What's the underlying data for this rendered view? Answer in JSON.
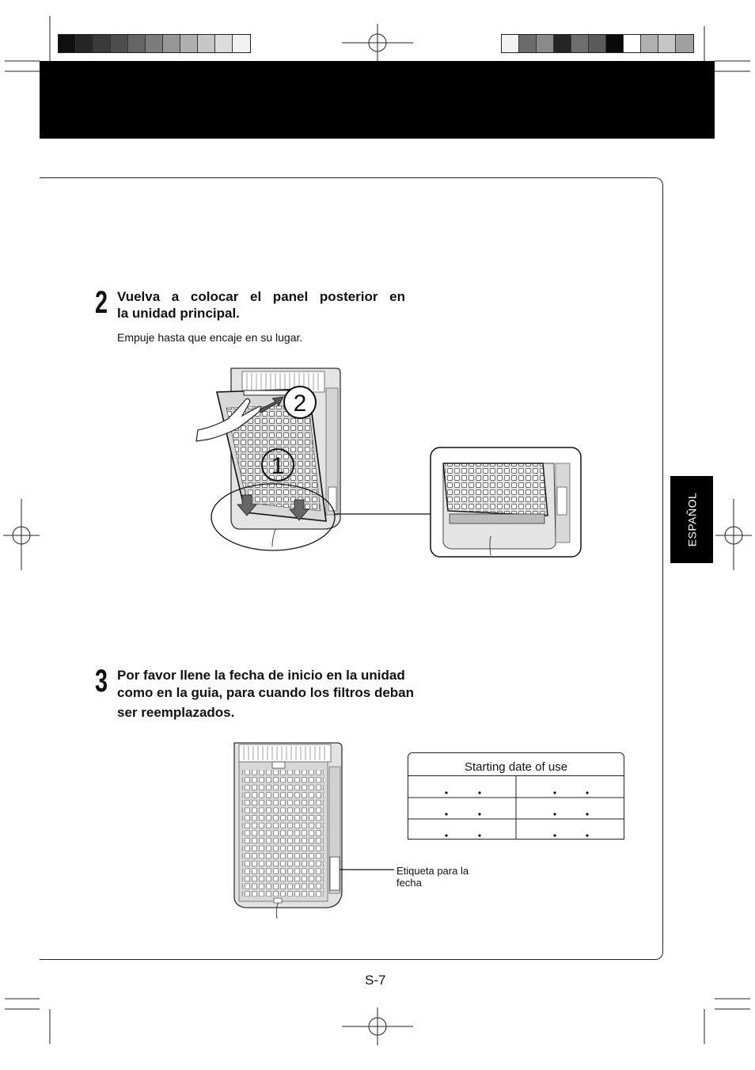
{
  "color_bars": {
    "left": [
      "#101010",
      "#262626",
      "#3a3a3a",
      "#4d4d4d",
      "#656565",
      "#7c7c7c",
      "#969696",
      "#afafaf",
      "#c6c6c6",
      "#dcdcdc",
      "#f2f2f2"
    ],
    "right": [
      "#f2f2f2",
      "#6b6b6b",
      "#8a8a8a",
      "#262626",
      "#6e6e6e",
      "#5a5a5a",
      "#0a0a0a",
      "#ffffff",
      "#b0b0b0",
      "#c6c6c6",
      "#a0a0a0"
    ]
  },
  "side_tab": {
    "label": "ESPAÑOL"
  },
  "step2": {
    "number": "2",
    "title_line1": "Vuelva a colocar el panel posterior en",
    "title_line2": "la unidad principal.",
    "note": "Empuje hasta que encaje en su lugar.",
    "callout1": "①",
    "callout2": "②"
  },
  "step3": {
    "number": "3",
    "title_line1": "Por favor llene la fecha de inicio en la unidad",
    "title_line2": "como en la guia, para cuando los filtros deban",
    "title_line3": "ser reemplazados."
  },
  "date_table": {
    "title": "Starting date of use",
    "rows": 3,
    "cols": 2
  },
  "date_label": {
    "line1": "Etiqueta para la",
    "line2": "fecha"
  },
  "page_number": "S-7",
  "colors": {
    "header": "#000000",
    "line": "#222222"
  }
}
